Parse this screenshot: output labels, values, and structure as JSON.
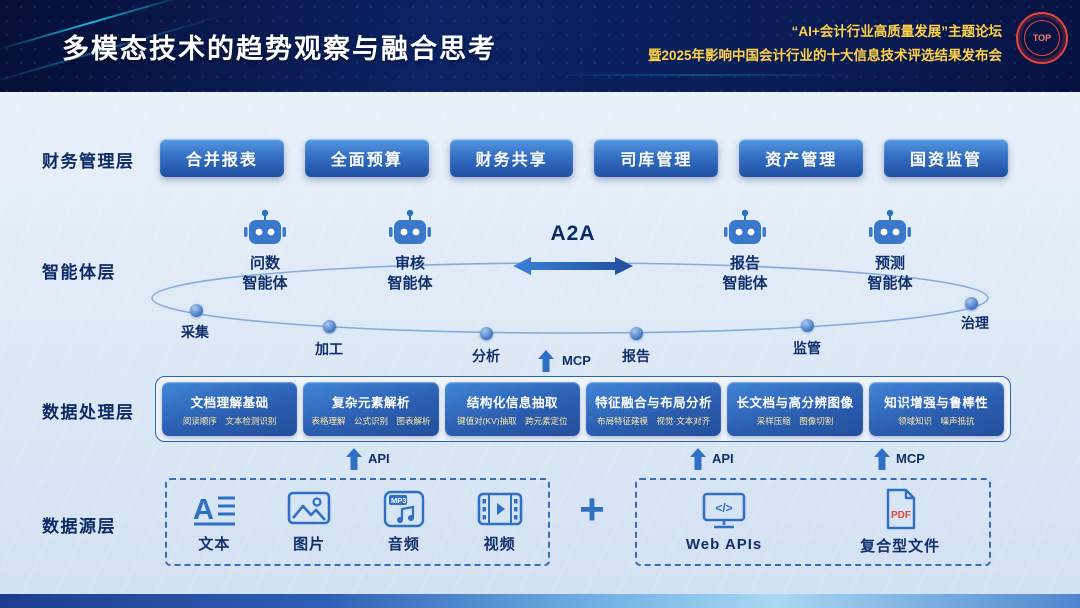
{
  "header": {
    "title": "多模态技术的趋势观察与融合思考",
    "forum_line1": "“AI+会计行业高质量发展”主题论坛",
    "forum_line2": "暨2025年影响中国会计行业的十大信息技术评选结果发布会",
    "seal_text": "TOP"
  },
  "colors": {
    "accent_blue": "#2f6fc4",
    "dark_navy": "#0c2b66",
    "gold_text": "#ffd24a",
    "header_navy": "#0b2364"
  },
  "finance_layer": {
    "label": "财务管理层",
    "buttons": [
      "合并报表",
      "全面预算",
      "财务共享",
      "司库管理",
      "资产管理",
      "国资监管"
    ]
  },
  "agent_layer": {
    "label": "智能体层",
    "a2a": "A2A",
    "mcp": "MCP",
    "agents": [
      {
        "line1": "问数",
        "line2": "智能体"
      },
      {
        "line1": "审核",
        "line2": "智能体"
      },
      {
        "line1": "报告",
        "line2": "智能体"
      },
      {
        "line1": "预测",
        "line2": "智能体"
      }
    ],
    "orbit_nodes": [
      "采集",
      "加工",
      "分析",
      "报告",
      "监管",
      "治理"
    ]
  },
  "processing_layer": {
    "label": "数据处理层",
    "modules": [
      {
        "title": "文档理解基础",
        "subtitle": "阅读顺序　文本检测识别"
      },
      {
        "title": "复杂元素解析",
        "subtitle": "表格理解　公式识别　图表解析"
      },
      {
        "title": "结构化信息抽取",
        "subtitle": "键值对(KV)抽取　跨元素定位"
      },
      {
        "title": "特征融合与布局分析",
        "subtitle": "布局特征建模　视觉·文本对齐"
      },
      {
        "title": "长文档与高分辨图像",
        "subtitle": "采样压缩　图像切割"
      },
      {
        "title": "知识增强与鲁棒性",
        "subtitle": "领域知识　噪声抵抗"
      }
    ]
  },
  "source_layer": {
    "label": "数据源层",
    "arrow_labels": {
      "left": "API",
      "middle": "API",
      "right": "MCP"
    },
    "local_items": [
      {
        "label": "文本"
      },
      {
        "label": "图片"
      },
      {
        "label": "音频"
      },
      {
        "label": "视频"
      }
    ],
    "plus": "+",
    "remote_items": [
      {
        "label": "Web APIs"
      },
      {
        "label": "复合型文件"
      }
    ]
  },
  "glyphs": {
    "text_a": "A",
    "mp3": "MP3",
    "pdf": "PDF",
    "code": "</>"
  }
}
